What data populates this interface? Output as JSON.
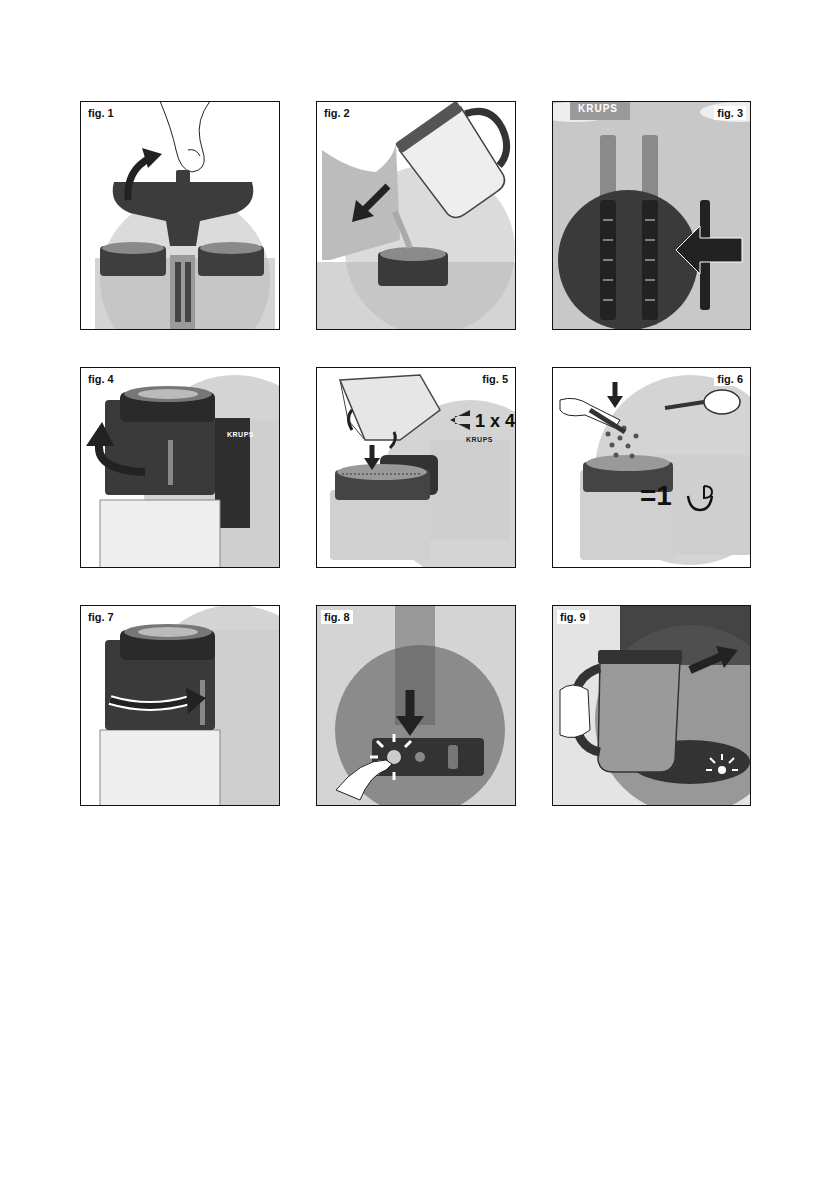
{
  "diagram": {
    "nodes": [
      {
        "text": [
          "fig. 1"
        ]
      },
      {
        "text": [
          "fig. 2"
        ]
      },
      {
        "text": [
          "fig. 3"
        ]
      },
      {
        "text": [
          "fig. 4"
        ]
      },
      {
        "text": [
          "fig. 5"
        ]
      },
      {
        "text": [
          "fig. 6"
        ]
      },
      {
        "text": [
          "fig. 7"
        ]
      },
      {
        "text": [
          "fig. 8"
        ]
      },
      {
        "text": [
          "fig. 9"
        ]
      }
    ],
    "labels": [
      "KRUPS",
      "KRUPS",
      "KRUPS",
      "1 x 4",
      "=1"
    ]
  }
}
